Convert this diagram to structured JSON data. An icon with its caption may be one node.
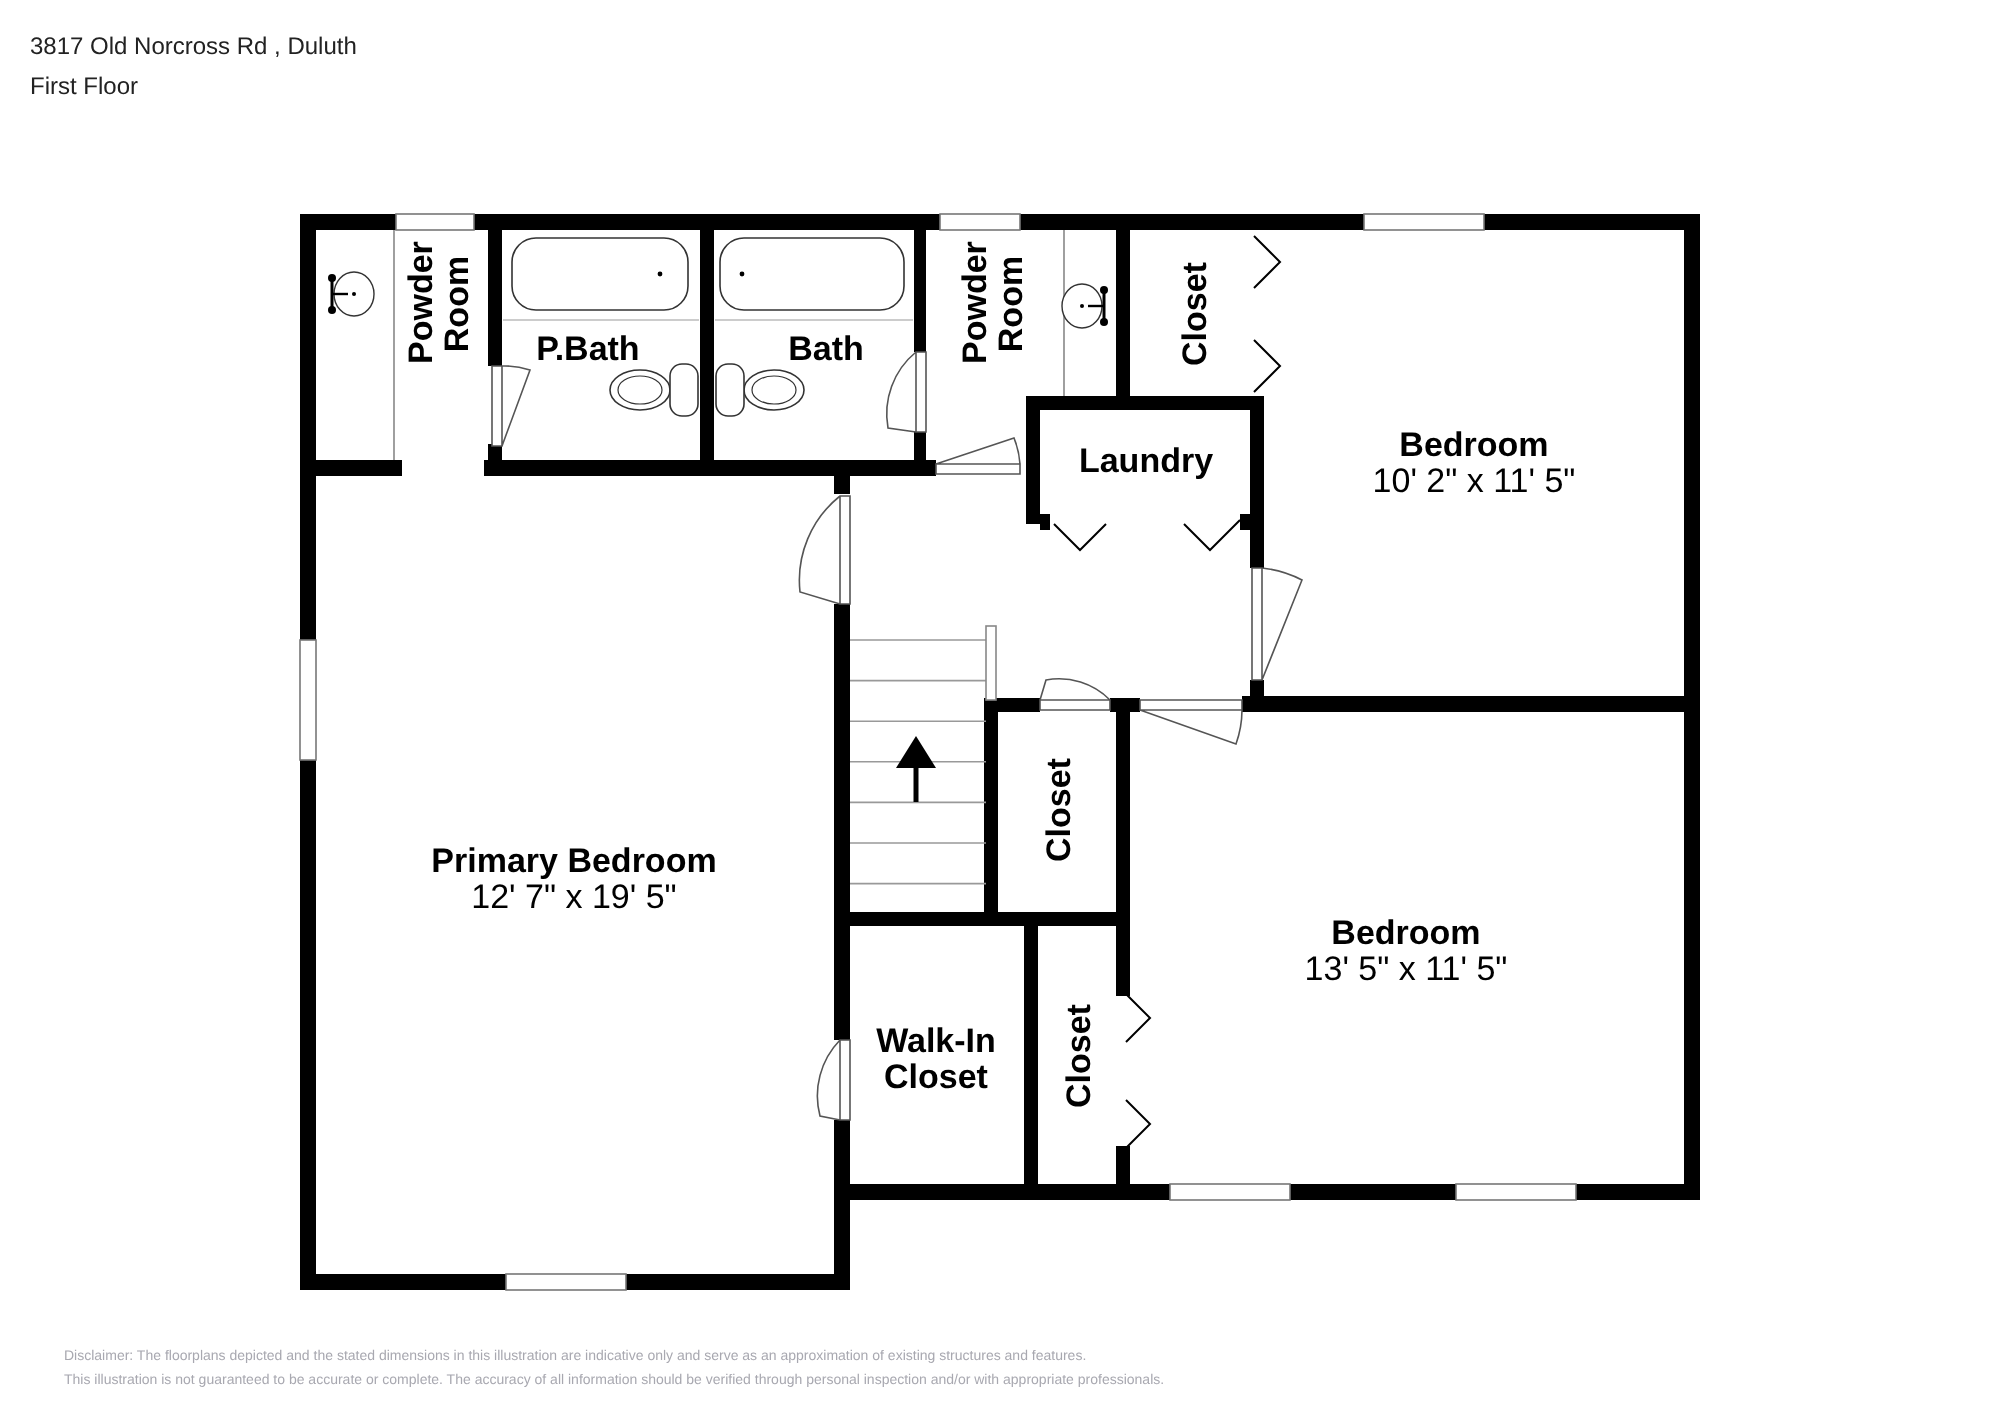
{
  "diagram": {
    "title": "3817 Old Norcross Rd , Duluth",
    "nodes": [
      {
        "text": [
          "Powder Room"
        ]
      },
      {
        "text": [
          "P.Bath"
        ]
      },
      {
        "text": [
          "Bath"
        ]
      },
      {
        "text": [
          "Powder Room"
        ]
      },
      {
        "text": [
          "Closet"
        ]
      },
      {
        "text": [
          "Laundry"
        ]
      },
      {
        "text": [
          "Bedroom",
          "10' 2\" x 11' 5\""
        ]
      },
      {
        "text": [
          "Primary Bedroom",
          "12' 7\" x 19' 5\""
        ]
      },
      {
        "text": [
          "Closet"
        ]
      },
      {
        "text": [
          "Bedroom",
          "13' 5\" x 11' 5\""
        ]
      },
      {
        "text": [
          "Walk-In Closet"
        ]
      },
      {
        "text": [
          "Closet"
        ]
      }
    ],
    "labels": [
      "First Floor",
      "Disclaimer: The floorplans depicted and the stated dimensions in this illustration are indicative only and serve as an approximation of existing structures and features.",
      "This illustration is not guaranteed to be accurate or complete. The accuracy of all information should be verified through personal inspection and/or with appropriate professionals."
    ]
  }
}
